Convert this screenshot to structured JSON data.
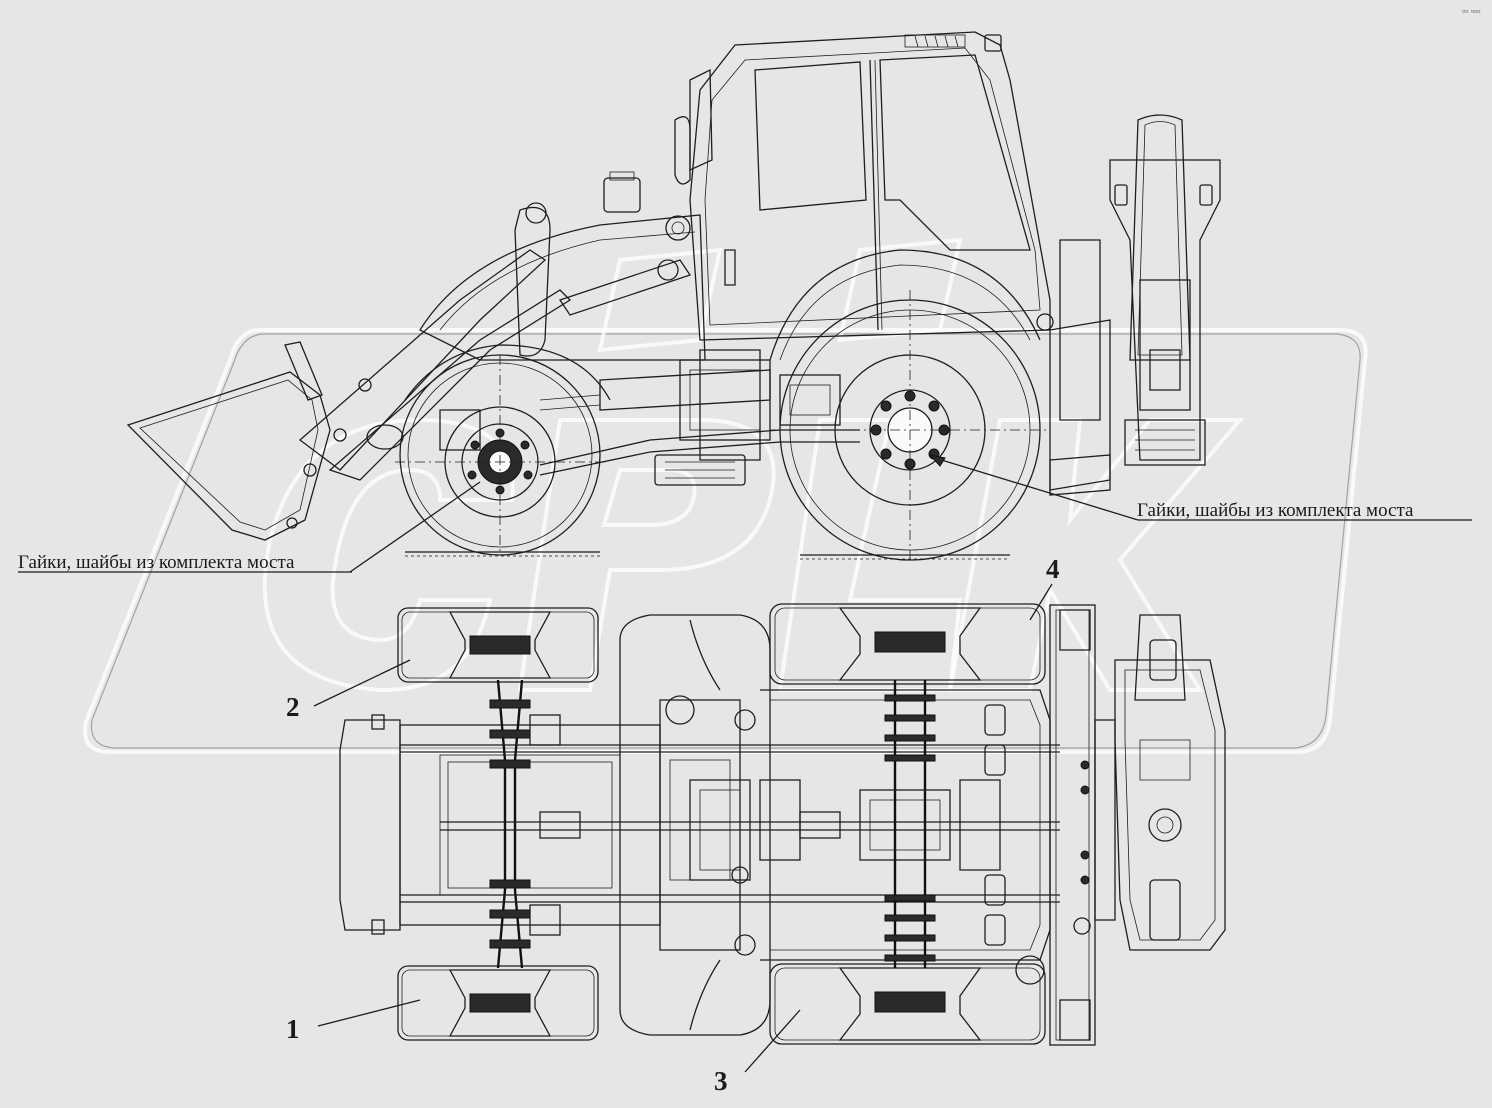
{
  "diagram": {
    "annotation_text": "Гайки, шайбы из комплекта моста",
    "callouts": [
      {
        "id": "1",
        "text": "1"
      },
      {
        "id": "2",
        "text": "2"
      },
      {
        "id": "3",
        "text": "3"
      },
      {
        "id": "4",
        "text": "4"
      }
    ],
    "corner_mark": "▫▫ ▫▫▫",
    "colors": {
      "background": "#e6e6e6",
      "line": "#1e1e1e",
      "watermark": "#ffffff"
    }
  }
}
